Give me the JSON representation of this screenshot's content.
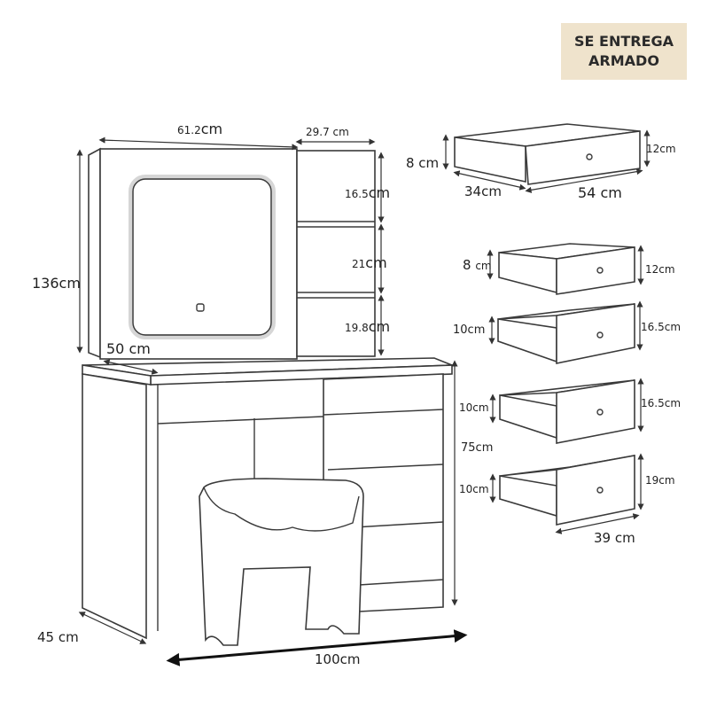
{
  "badge": {
    "line1": "SE ENTREGA",
    "line2": "ARMADO"
  },
  "vanity": {
    "top_width": "61.2",
    "top_width_unit": "cm",
    "shelf_width": "29.7  cm",
    "total_height": "136",
    "total_height_unit": "cm",
    "shelf1": "16.5",
    "shelf2": "21",
    "shelf3": "19.8",
    "shelf_unit": "cm",
    "mirror_width": "50 cm",
    "desk_height": "75cm",
    "depth": "45 cm",
    "width": "100cm"
  },
  "drawers": [
    {
      "depth": "8 cm",
      "side": "34cm",
      "width": "54   cm",
      "height": "12cm"
    },
    {
      "depth": "8",
      "depth_unit": "cm",
      "height": "12cm"
    },
    {
      "depth": "10cm",
      "height": "16.5cm"
    },
    {
      "depth": "10cm",
      "height": "16.5cm"
    },
    {
      "depth": "10cm",
      "height": "19cm",
      "width": "39 cm"
    }
  ],
  "colors": {
    "line": "#3a3a3a",
    "badge_bg": "#efe3cc"
  }
}
